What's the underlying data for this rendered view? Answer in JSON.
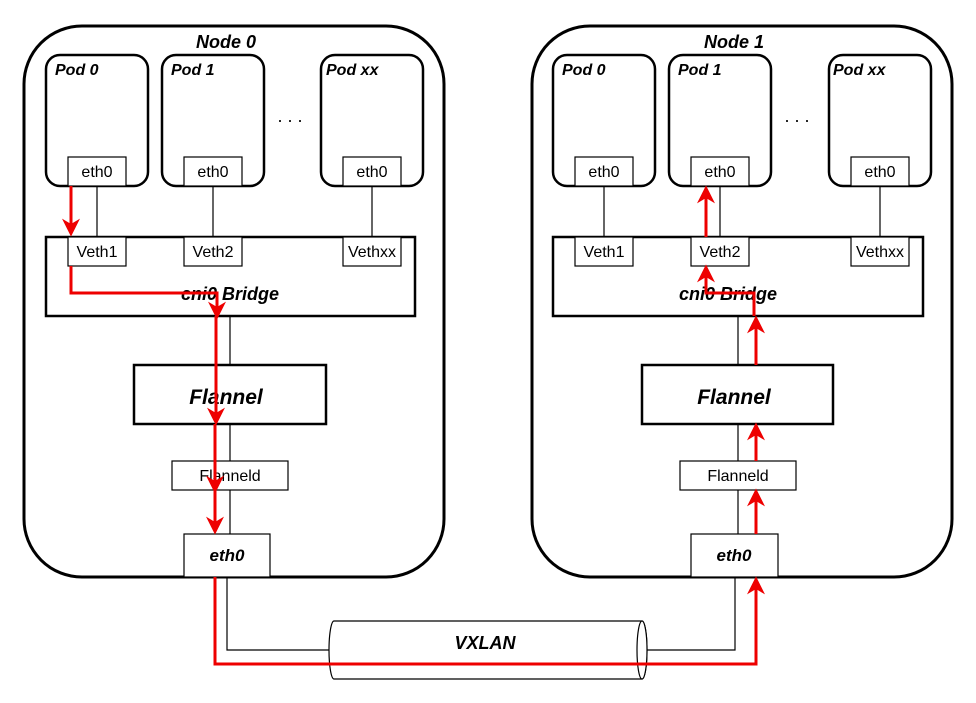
{
  "colors": {
    "flow": "#ee0000",
    "stroke": "#000000",
    "background": "#ffffff"
  },
  "node0": {
    "title": "Node 0",
    "pods": [
      "Pod 0",
      "Pod 1",
      "Pod xx"
    ],
    "pod_iface": "eth0",
    "ellipsis": ". . .",
    "veths": [
      "Veth1",
      "Veth2",
      "Vethxx"
    ],
    "bridge": "cni0 Bridge",
    "flannel": "Flannel",
    "flanneld": "Flanneld",
    "host_iface": "eth0"
  },
  "node1": {
    "title": "Node 1",
    "pods": [
      "Pod 0",
      "Pod 1",
      "Pod xx"
    ],
    "pod_iface": "eth0",
    "ellipsis": ". . .",
    "veths": [
      "Veth1",
      "Veth2",
      "Vethxx"
    ],
    "bridge": "cni0 Bridge",
    "flannel": "Flannel",
    "flanneld": "Flanneld",
    "host_iface": "eth0"
  },
  "tunnel": {
    "label": "VXLAN"
  }
}
